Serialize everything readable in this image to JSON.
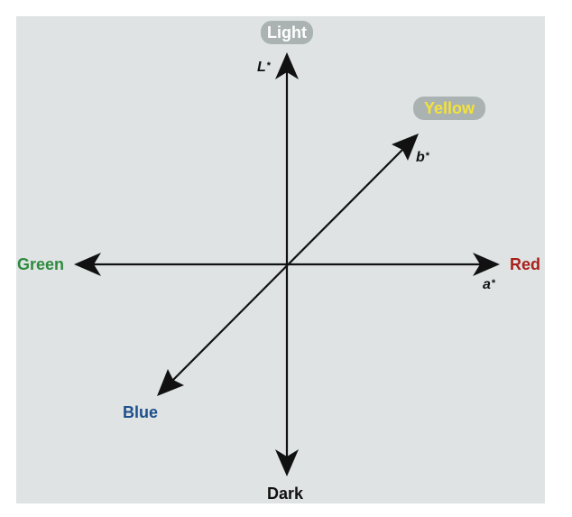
{
  "labels": {
    "light": "Light",
    "dark": "Dark",
    "green": "Green",
    "red": "Red",
    "yellow": "Yellow",
    "blue": "Blue"
  },
  "axes": {
    "l_letter": "L",
    "a_letter": "a",
    "b_letter": "b",
    "star": "*"
  },
  "colors": {
    "panel_bg": "#dfe3e3",
    "pill_bg": "#aab3b1",
    "axis_line": "#111111",
    "light": "#ffffff",
    "dark": "#111111",
    "green": "#2e8b3e",
    "red": "#a8201a",
    "yellow": "#f4e23a",
    "blue": "#1d4f8c"
  }
}
